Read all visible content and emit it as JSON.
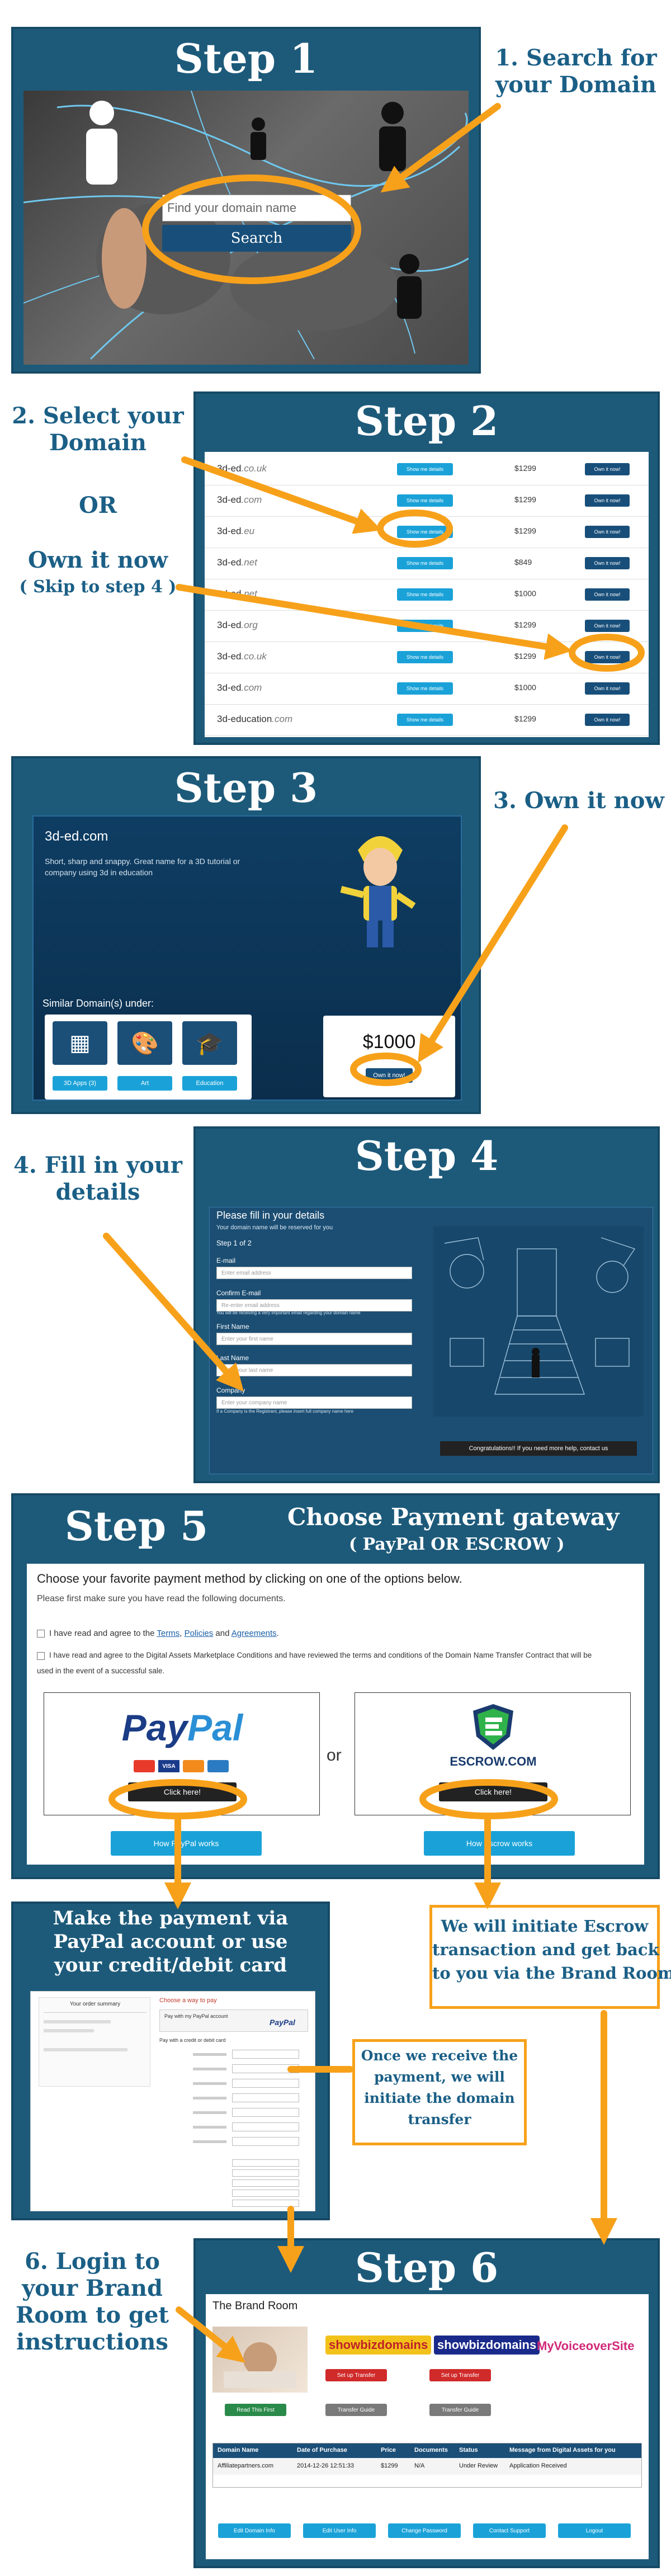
{
  "step1": {
    "title": "Step 1",
    "callout": [
      "1. Search for",
      "your Domain"
    ],
    "search_placeholder": "Find your domain name",
    "search_button": "Search"
  },
  "step2": {
    "title": "Step 2",
    "callout_select": [
      "2. Select your",
      "Domain"
    ],
    "callout_or": "OR",
    "callout_own": "Own it now",
    "callout_skip": "( Skip to step 4 )",
    "details_button": "Show me details",
    "own_button": "Own it now!",
    "rows": [
      {
        "name": "3d-ed",
        "tld": ".co.uk",
        "price": "$1299"
      },
      {
        "name": "3d-ed",
        "tld": ".com",
        "price": "$1299"
      },
      {
        "name": "3d-ed",
        "tld": ".eu",
        "price": "$1299"
      },
      {
        "name": "3d-ed",
        "tld": ".net",
        "price": "$849"
      },
      {
        "name": "3d-ed",
        "tld": ".net",
        "price": "$1000"
      },
      {
        "name": "3d-ed",
        "tld": ".org",
        "price": "$1299"
      },
      {
        "name": "3d-ed",
        "tld": ".co.uk",
        "price": "$1299"
      },
      {
        "name": "3d-ed",
        "tld": ".com",
        "price": "$1000"
      },
      {
        "name": "3d-education",
        "tld": ".com",
        "price": "$1299"
      }
    ]
  },
  "step3": {
    "title": "Step 3",
    "callout": "3. Own it now",
    "domain": "3d-ed.com",
    "description": [
      "Short, sharp and snappy. Great name for a 3D tutorial or",
      "company using 3d in education"
    ],
    "similar_label": "Similar Domain(s) under:",
    "categories": [
      "3D Apps (3)",
      "Art",
      "Education"
    ],
    "price": "$1000",
    "own_button": "Own it now!"
  },
  "step4": {
    "title": "Step 4",
    "callout": [
      "4. Fill in your",
      "details"
    ],
    "form_heading": "Please fill in your details",
    "form_subheading": "Your domain name will be reserved for you",
    "step_label": "Step 1 of 2",
    "fields": [
      {
        "label": "E-mail",
        "placeholder": "Enter email address"
      },
      {
        "label": "Confirm E-mail",
        "placeholder": "Re-enter email address"
      },
      {
        "label": "First Name",
        "placeholder": "Enter your first name"
      },
      {
        "label": "Last Name",
        "placeholder": "Enter your last name"
      },
      {
        "label": "Company",
        "placeholder": "Enter your company name"
      }
    ],
    "email_note": "You will be receiving a very important email regarding your domain name",
    "company_note": "If a Company is the Registrant, please insert full company name here",
    "congrats": "Congratulations!! If you need more help, contact us"
  },
  "step5": {
    "title": "Step 5",
    "heading": "Choose Payment gateway",
    "subheading": "( PayPal  OR  ESCROW )",
    "instruction": "Choose your favorite payment method by clicking on one of the options below.",
    "note": "Please first make sure you have read the following documents.",
    "agree1_prefix": "I have read and agree to the ",
    "agree1_terms": "Terms",
    "agree1_policies": "Policies",
    "agree1_agreements": "Agreements",
    "agree2_line1": "I have read and agree to the Digital Assets Marketplace Conditions and have reviewed the terms and conditions of the Domain Name Transfer Contract that will be",
    "agree2_line2": "used in the event of a successful sale.",
    "paypal_logo_p": "Pay",
    "paypal_logo_pal": "Pal",
    "card_labels": [
      "VISA"
    ],
    "or_label": "or",
    "escrow_logo": "ESCROW.COM",
    "click_button": "Click here!",
    "how_paypal": "How PayPal works",
    "how_escrow": "How Escrow works"
  },
  "payment": {
    "paypal_caption": [
      "Make the payment via",
      "PayPal account or use",
      "your credit/debit card"
    ],
    "order_summary": "Your order summary",
    "choose_pay": "Choose a way to pay",
    "paypal_option": "Pay with my PayPal account",
    "card_option": "Pay with a credit or debit card",
    "paypal_word": "PayPal",
    "escrow_caption": [
      "We will initiate Escrow",
      "transaction and get back",
      "to you via the Brand Room"
    ],
    "receive_caption": [
      "Once we receive the",
      "payment, we will",
      "initiate the domain",
      "transfer"
    ]
  },
  "step6": {
    "title": "Step 6",
    "callout": [
      "6. Login to",
      "your Brand",
      "Room to get",
      "instructions"
    ],
    "brand_room": "The Brand Room",
    "logos": [
      "showbizdomains",
      "showbizdomains",
      "MyVoiceoverSite"
    ],
    "setup_transfer": "Set up Transfer",
    "transfer_guide": "Transfer Guide",
    "read_first": "Read This First",
    "table_headers": [
      "Domain Name",
      "Date of Purchase",
      "Price",
      "Documents",
      "Status",
      "Message from Digital Assets for you"
    ],
    "table_row": [
      "Affiliatepartners.com",
      "2014-12-26 12:51:33",
      "$1299",
      "N/A",
      "Under Review",
      "Application Received"
    ],
    "bottom_buttons": [
      "Edit Domain Info",
      "Edit User Info",
      "Change Password",
      "Contact Support",
      "Logout"
    ]
  },
  "colors": {
    "panel": "#1d5a7a",
    "callout_text": "#1b5f86",
    "orange": "#f7a11a",
    "cyan_button": "#1aa2d8",
    "navy_button": "#184f7a"
  }
}
